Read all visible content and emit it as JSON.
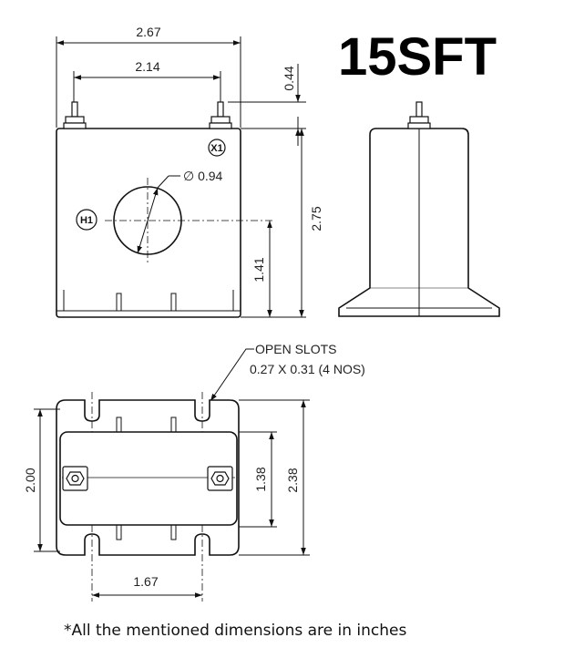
{
  "model": "15SFT",
  "note": "*All the mentioned dimensions are in inches",
  "front_view": {
    "overall_width": "2.67",
    "stud_spacing": "2.14",
    "stud_height": "0.44",
    "overall_height": "2.75",
    "window_center_height": "1.41",
    "window_diameter": "∅ 0.94",
    "terminal_x1": "X1",
    "terminal_h1": "H1"
  },
  "bottom_view": {
    "slot_label_line1": "OPEN SLOTS",
    "slot_label_line2": "0.27 X 0.31 (4 NOS)",
    "base_width": "2.00",
    "stud_row_height": "1.38",
    "overall_depth": "2.38",
    "slot_spacing": "1.67"
  }
}
